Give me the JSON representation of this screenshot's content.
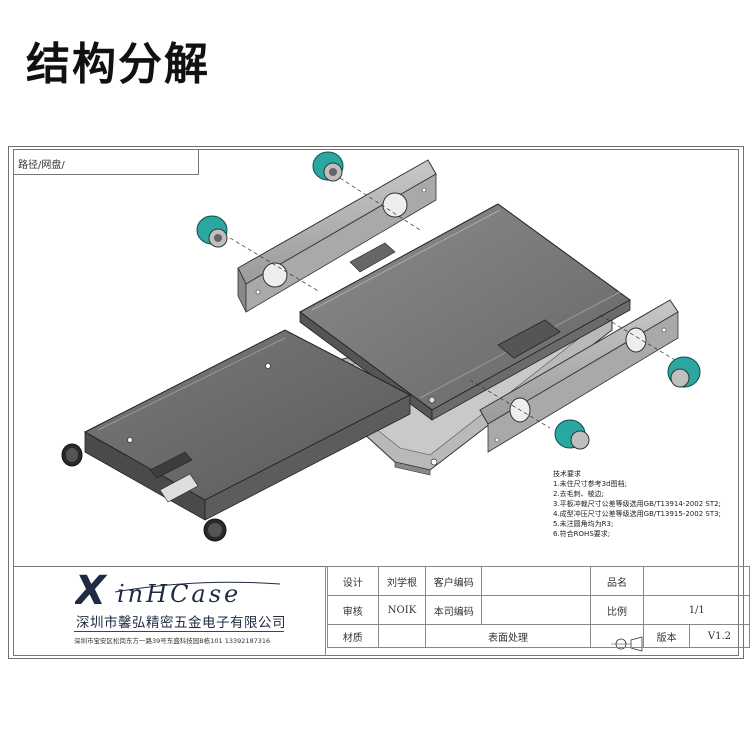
{
  "heading": "结构分解",
  "path_label": "路径/网盘/",
  "technical_notes": {
    "title": "技术要求",
    "items": [
      "1.未住尺寸参考3d图档;",
      "2.去毛刺、棱边;",
      "3.平板冲裁尺寸公差等级选用GB/T13914-2002 ST2;",
      "4.成型冲压尺寸公差等级选用GB/T13915-2002 ST3;",
      "5.未注圆角均为R3;",
      "6.符合ROHS要求;"
    ]
  },
  "logo": {
    "x_letter": "X",
    "text": "inHCase",
    "company_name": "深圳市馨弘精密五金电子有限公司",
    "address": "深圳市宝安区松岗东方一路39号东盛科技园B栋101 13392187316"
  },
  "title_block": {
    "design_label": "设计",
    "designer": "刘学根",
    "customer_code_label": "客户编码",
    "customer_code": "",
    "part_name_label": "品名",
    "part_name": "",
    "review_label": "审核",
    "reviewer": "NOIK",
    "company_code_label": "本司编码",
    "company_code": "",
    "scale_label": "比例",
    "scale": "1/1",
    "material_label": "材质",
    "material": "",
    "surface_label": "表面处理",
    "surface": "",
    "version_label": "版本",
    "version": "V1.2"
  },
  "colors": {
    "part_gray": "#8a8a8a",
    "part_dark": "#4a4a4a",
    "part_light": "#b5b5b5",
    "screw_teal": "#2aa7a0"
  }
}
